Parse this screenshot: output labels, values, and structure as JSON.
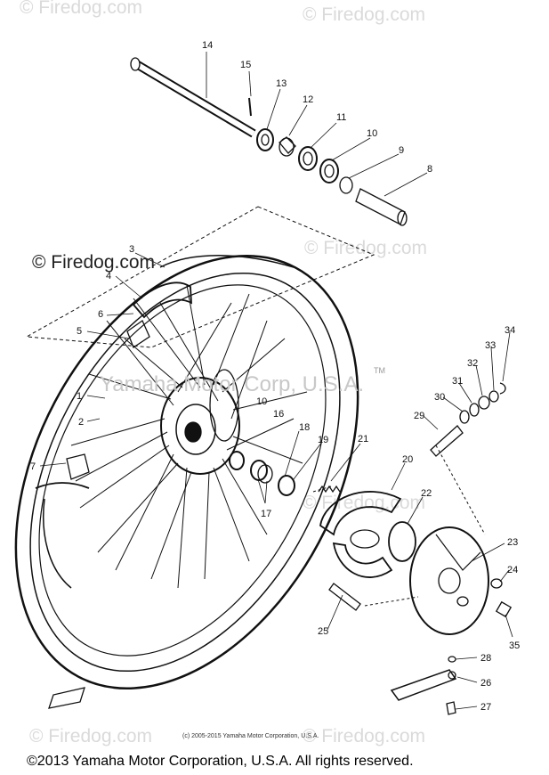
{
  "watermarks": {
    "main": "© Firedog.com",
    "repeat": "© Firedog.com",
    "center": "Yamaha Motor Corp, U.S.A.",
    "tm": "TM"
  },
  "callouts": [
    "1",
    "2",
    "3",
    "4",
    "5",
    "6",
    "7",
    "8",
    "9",
    "10",
    "11",
    "12",
    "13",
    "14",
    "15",
    "16",
    "17",
    "18",
    "19",
    "20",
    "21",
    "22",
    "23",
    "24",
    "25",
    "26",
    "27",
    "28",
    "29",
    "30",
    "31",
    "32",
    "33",
    "34",
    "35",
    "10"
  ],
  "copyright_small": "(c) 2005-2015 Yamaha Motor Corporation, U.S.A.",
  "footer": "©2013 Yamaha Motor Corporation, U.S.A. All rights reserved."
}
